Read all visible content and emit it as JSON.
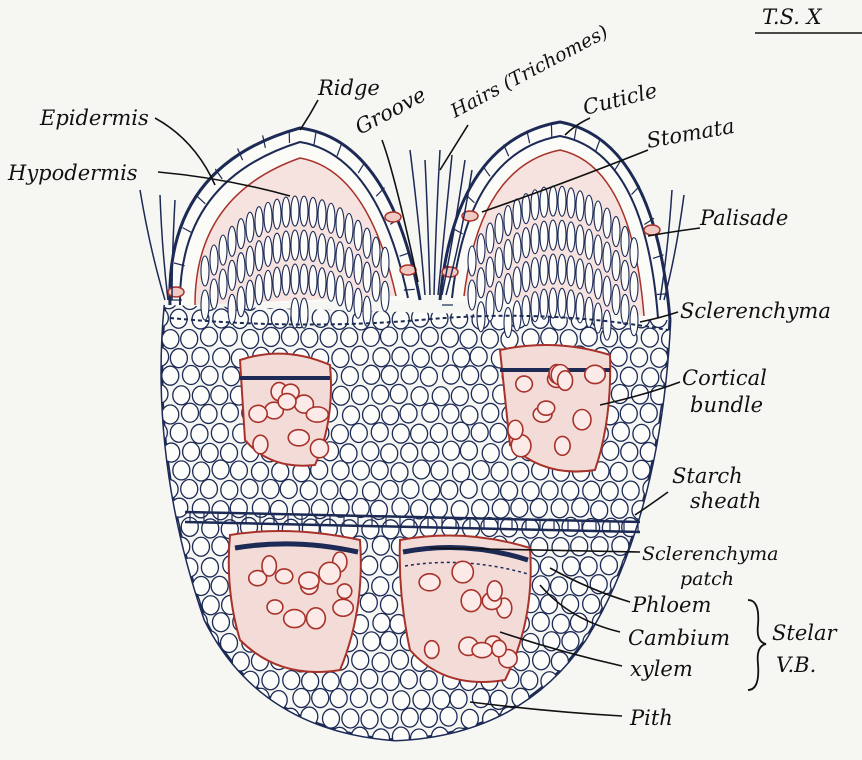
{
  "title": "T.S. X",
  "labels": {
    "epidermis": "Epidermis",
    "hypodermis": "Hypodermis",
    "ridge": "Ridge",
    "groove": "Groove",
    "hairs": "Hairs (Trichomes)",
    "cuticle": "Cuticle",
    "stomata": "Stomata",
    "palisade": "Palisade",
    "sclerenchyma": "Sclerenchyma",
    "cortical_bundle_1": "Cortical",
    "cortical_bundle_2": "bundle",
    "starch_sheath_1": "Starch",
    "starch_sheath_2": "sheath",
    "scl_patch_1": "Sclerenchyma",
    "scl_patch_2": "patch",
    "phloem": "Phloem",
    "cambium": "Cambium",
    "xylem": "xylem",
    "stelar_1": "Stelar",
    "stelar_2": "V.B.",
    "pith": "Pith"
  },
  "colors": {
    "outline": "#1c2a55",
    "tissue_red": "#a8322a",
    "ink": "#111111",
    "paper": "#f6f6f3"
  }
}
